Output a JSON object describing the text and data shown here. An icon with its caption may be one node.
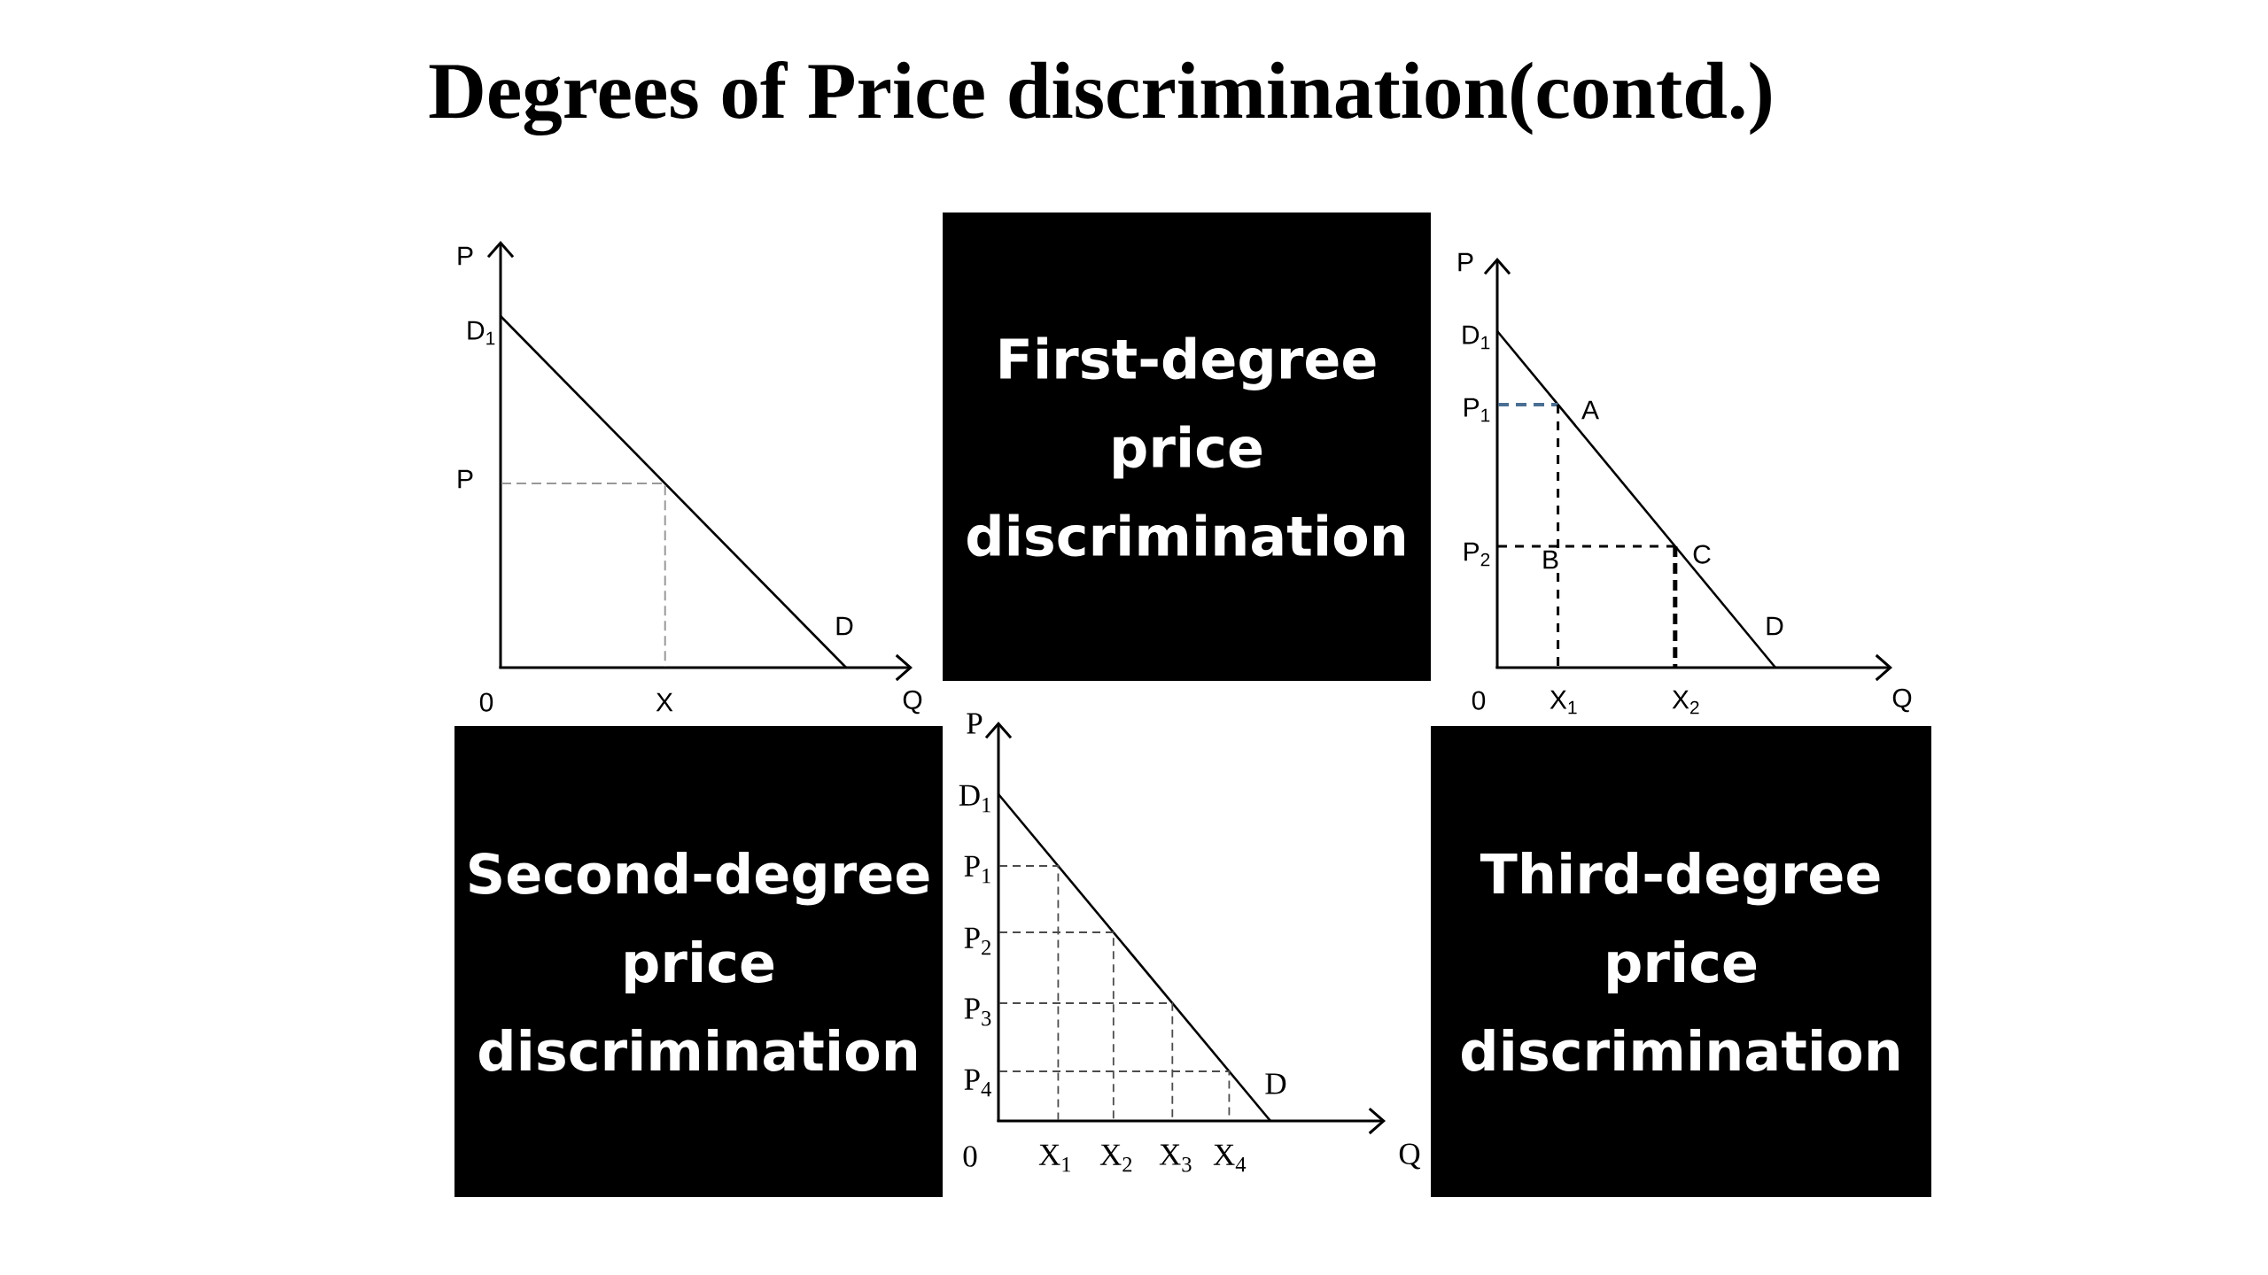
{
  "diagram": {
    "title": "Degrees of Price discrimination(contd.)",
    "nodes": [
      {
        "text": [
          "First-degree price discrimination"
        ]
      },
      {
        "text": [
          "Second-degree price discrimination"
        ]
      },
      {
        "text": [
          "Third-degree price discrimination"
        ]
      }
    ],
    "labels": [
      "P",
      "D$_{1}$",
      "P",
      "D",
      "0",
      "X",
      "Q",
      "P",
      "D$_{1}$",
      "P$_{1}$",
      "A",
      "P$_{2}$",
      "B",
      "C",
      "D",
      "0",
      "X$_{1}$",
      "X$_{2}$",
      "Q",
      "P",
      "D$_{1}$",
      "P$_{1}$",
      "P$_{2}$",
      "P$_{3}$",
      "P$_{4}$",
      "D",
      "0",
      "X$_{1}$",
      "X$_{2}$",
      "X$_{3}$",
      "X$_{4}$",
      "Q"
    ]
  }
}
